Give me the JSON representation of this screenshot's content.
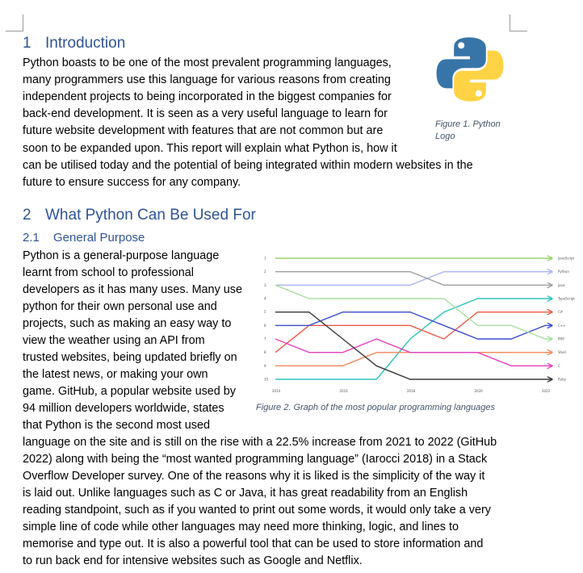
{
  "section1": {
    "number": "1",
    "title": "Introduction",
    "lines": [
      "Python boasts to be one of the most prevalent programming languages,",
      "many programmers use this language for various reasons from creating",
      "independent projects to being incorporated in the biggest companies for",
      "back-end development. It is seen as a very useful language to learn for",
      "future website development with features that are not common but are",
      "soon to be expanded upon. This report will explain what Python is, how it",
      "can be utilised today and the potential of being integrated within modern websites in the",
      "future to ensure success for any company."
    ],
    "figure_caption_line1": "Figure 1. Python",
    "figure_caption_line2": "Logo"
  },
  "section2": {
    "number": "2",
    "title": "What Python Can Be Used For",
    "sub_number": "2.1",
    "sub_title": "General Purpose",
    "lines": [
      "Python is a general-purpose language",
      "learnt from school to professional",
      "developers as it has many uses. Many use",
      "python for their own personal use and",
      "projects, such as making an easy way to",
      "view the weather using an API from",
      "trusted websites, being updated briefly on",
      "the latest news, or making your own",
      "game. GitHub, a popular website used by",
      "94 million developers worldwide, states",
      "that Python is the second most used",
      "language on the site and is still on the rise with a 22.5% increase from 2021 to 2022 (GitHub",
      "2022) along with being the “most wanted programming language” (Iarocci 2018) in a Stack",
      "Overflow Developer survey. One of the reasons why it is liked is the simplicity of the way it",
      "is laid out. Unlike languages such as C or Java, it has great readability from an English",
      "reading standpoint, such as if you wanted to print out some words, it would only take a very",
      "simple line of code while other languages may need more thinking, logic, and lines to",
      "memorise and type out. It is also a powerful tool that can be used to store information and",
      "to run back end for intensive websites such as Google and Netflix."
    ],
    "figure_caption": "Figure 2. Graph of the most popular programming languages"
  },
  "chart_data": {
    "type": "line",
    "title": "",
    "x": [
      "2014",
      "2016",
      "2018",
      "2020",
      "2022"
    ],
    "y_ranks": [
      "1",
      "2",
      "3",
      "4",
      "5",
      "6",
      "7",
      "8",
      "9",
      "10"
    ],
    "ylim": [
      1,
      10
    ],
    "y_inverted": true,
    "series": [
      {
        "name": "JavaScript",
        "color": "#9ad36a",
        "values": [
          1,
          1,
          1,
          1,
          1,
          1,
          1,
          1,
          1
        ]
      },
      {
        "name": "Python",
        "color": "#a9b4f5",
        "values": [
          3,
          3,
          3,
          3,
          3,
          2,
          2,
          2,
          2
        ]
      },
      {
        "name": "Java",
        "color": "#9e9e9e",
        "values": [
          2,
          2,
          2,
          2,
          2,
          3,
          3,
          3,
          3
        ]
      },
      {
        "name": "TypeScript",
        "color": "#2ec4bf",
        "values": [
          10,
          10,
          10,
          10,
          7,
          5,
          4,
          4,
          4
        ]
      },
      {
        "name": "C#",
        "color": "#f05a4a",
        "values": [
          8,
          6,
          6,
          6,
          6,
          7,
          5,
          5,
          5
        ]
      },
      {
        "name": "C++",
        "color": "#3b4fd0",
        "values": [
          6,
          6,
          5,
          5,
          5,
          6,
          7,
          7,
          6
        ]
      },
      {
        "name": "PHP",
        "color": "#a8e0a0",
        "values": [
          3,
          4,
          4,
          4,
          4,
          4,
          6,
          6,
          7
        ]
      },
      {
        "name": "Shell",
        "color": "#f5885c",
        "values": [
          9,
          9,
          9,
          8,
          8,
          8,
          8,
          8,
          8
        ]
      },
      {
        "name": "C",
        "color": "#e43fc0",
        "values": [
          7,
          8,
          8,
          7,
          8,
          8,
          8,
          9,
          9
        ]
      },
      {
        "name": "Ruby",
        "color": "#3a3a3a",
        "values": [
          5,
          5,
          7,
          9,
          10,
          10,
          10,
          10,
          10
        ]
      }
    ],
    "legend_position": "right"
  }
}
